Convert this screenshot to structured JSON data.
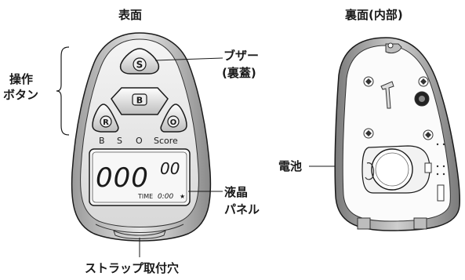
{
  "front": {
    "title": "表面",
    "buttons": {
      "s": "S",
      "b": "B",
      "r": "R",
      "o": "O"
    },
    "score_labels": [
      "B",
      "S",
      "O",
      "Score"
    ],
    "display": {
      "digits_main": "000",
      "digits_small": "00",
      "time_label": "TIME",
      "time_value": "0:00",
      "star": "★"
    }
  },
  "back": {
    "title": "裏面(内部)"
  },
  "callouts": {
    "operation_buttons_line1": "操作",
    "operation_buttons_line2": "ボタン",
    "buzzer_line1": "ブザー",
    "buzzer_line2": "(裏蓋)",
    "battery": "電池",
    "lcd_line1": "液晶",
    "lcd_line2": "パネル",
    "strap_hole": "ストラップ取付穴"
  }
}
